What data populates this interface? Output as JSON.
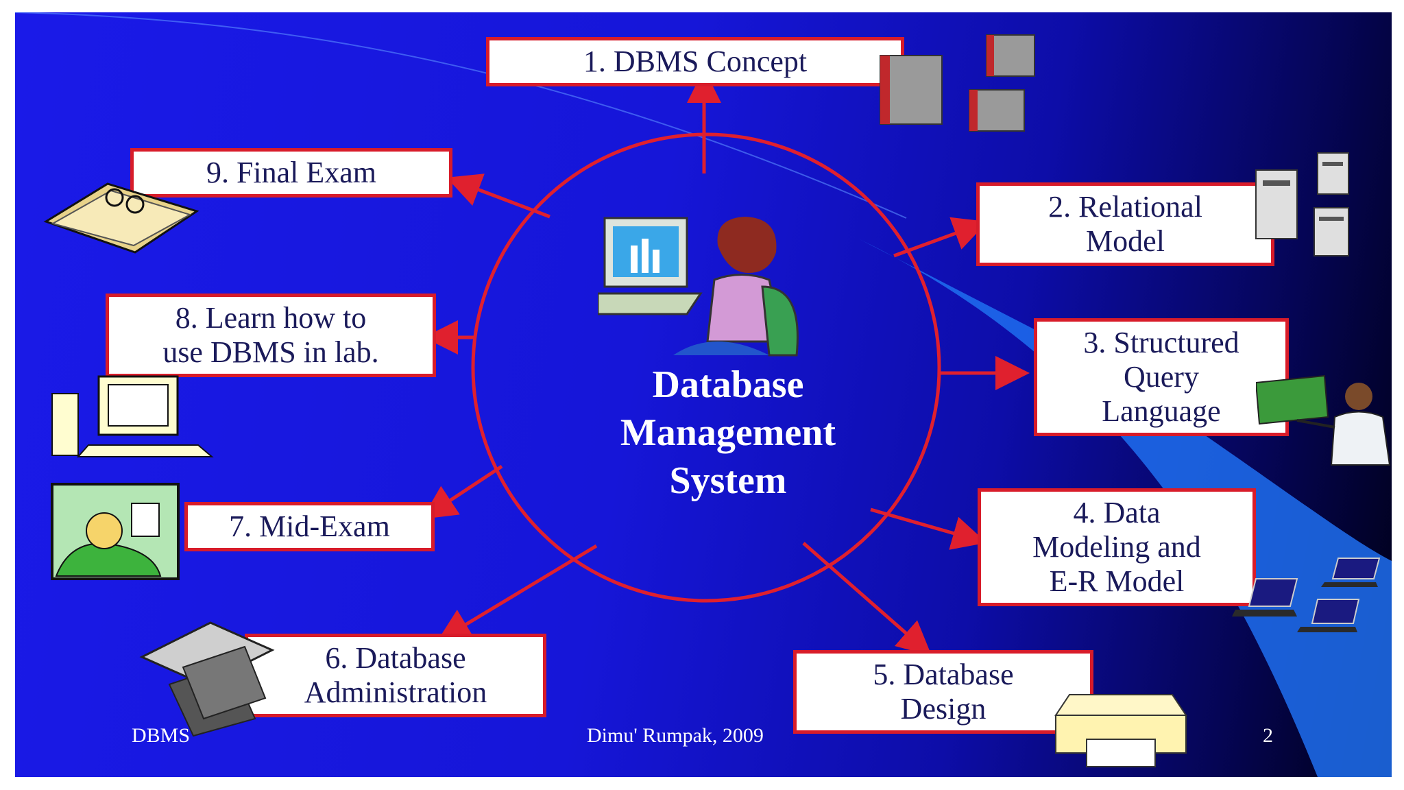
{
  "center": {
    "title": "Database\nManagement\nSystem"
  },
  "topics": [
    {
      "label": "1. DBMS Concept"
    },
    {
      "label": "2. Relational\nModel"
    },
    {
      "label": "3. Structured\nQuery\nLanguage"
    },
    {
      "label": "4. Data\nModeling and\nE-R Model"
    },
    {
      "label": "5. Database\nDesign"
    },
    {
      "label": "6. Database\nAdministration"
    },
    {
      "label": "7. Mid-Exam"
    },
    {
      "label": "8. Learn how to\nuse DBMS in lab."
    },
    {
      "label": "9. Final Exam"
    }
  ],
  "footer": {
    "left": "DBMS",
    "center": "Dimu' Rumpak, 2009",
    "page": "2"
  },
  "colors": {
    "background": "#1a1ae8",
    "accent": "#d81c2a",
    "box_fill": "#ffffff"
  },
  "icons": [
    "server-tower-icon",
    "server-rack-icon",
    "teacher-presenting-icon",
    "laptop-network-icon",
    "printer-icon",
    "floppy-disks-icon",
    "student-writing-icon",
    "desktop-computer-icon",
    "book-icon",
    "user-at-computer-icon"
  ]
}
